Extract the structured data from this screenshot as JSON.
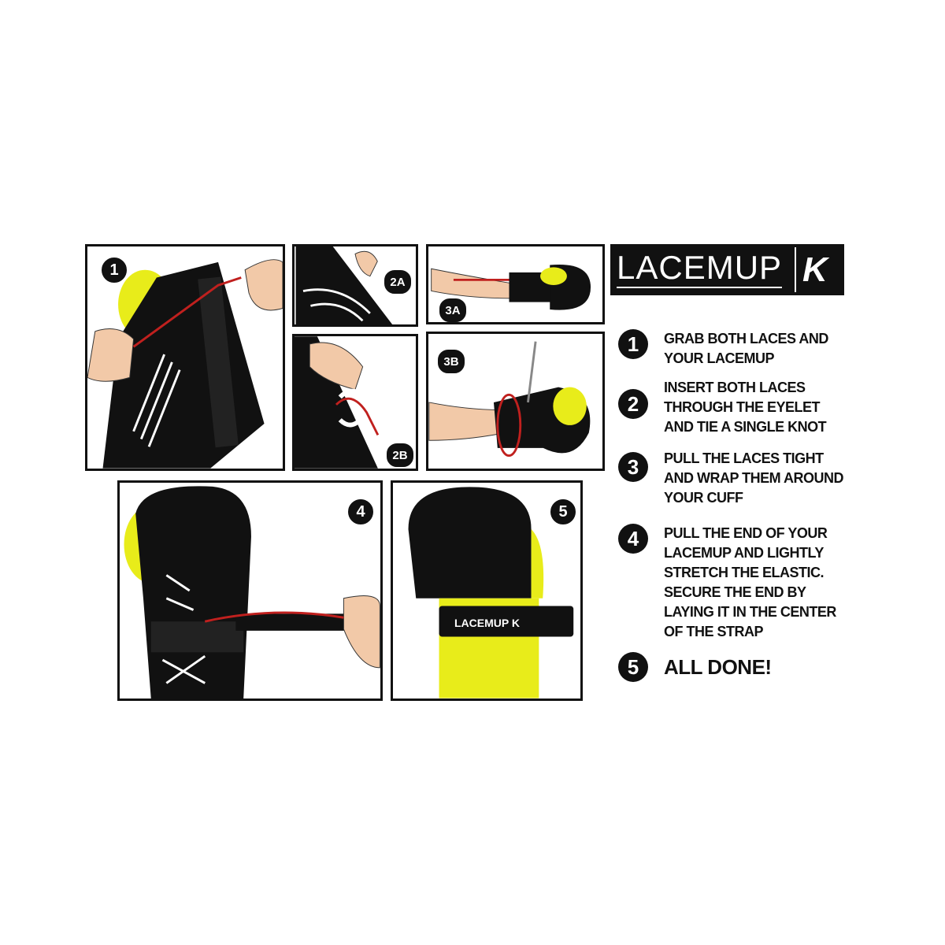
{
  "logo": {
    "text": "LACEMUP",
    "brand_mark": "K"
  },
  "panels": [
    {
      "badge": "1"
    },
    {
      "badge": "2A"
    },
    {
      "badge": "2B"
    },
    {
      "badge": "3A"
    },
    {
      "badge": "3B"
    },
    {
      "badge": "4"
    },
    {
      "badge": "5"
    }
  ],
  "strap_text": "LACEMUP K",
  "steps": [
    {
      "num": "1",
      "lines": [
        "GRAB BOTH LACES AND",
        "YOUR  LACEMUP"
      ]
    },
    {
      "num": "2",
      "lines": [
        "INSERT BOTH LACES",
        "THROUGH THE EYELET",
        "AND TIE A SINGLE KNOT"
      ]
    },
    {
      "num": "3",
      "lines": [
        "PULL THE LACES TIGHT",
        "AND WRAP THEM AROUND",
        "YOUR CUFF"
      ]
    },
    {
      "num": "4",
      "lines": [
        "PULL THE END OF YOUR",
        "LACEMUP  AND LIGHTLY",
        "STRETCH THE ELASTIC.",
        "SECURE THE END BY",
        "LAYING IT IN THE CENTER",
        "OF THE STRAP"
      ]
    },
    {
      "num": "5",
      "lines": [
        "ALL DONE!"
      ]
    }
  ],
  "colors": {
    "glove": "#111111",
    "accent": "#e8ec1a",
    "arrow": "#c0201e"
  }
}
